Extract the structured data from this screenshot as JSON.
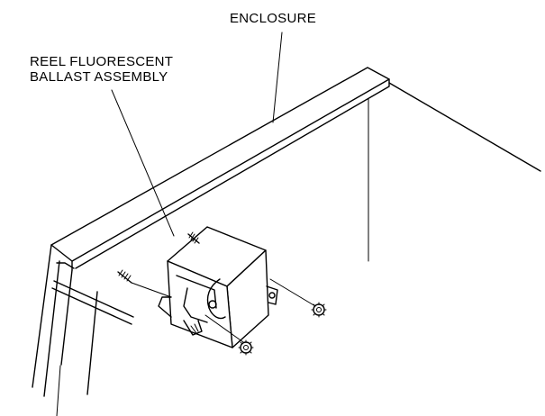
{
  "diagram": {
    "labels": {
      "enclosure": "ENCLOSURE",
      "ballast_line1": "REEL FLUORESCENT",
      "ballast_line2": "BALLAST ASSEMBLY"
    },
    "parts": {
      "enclosure": "enclosure-frame",
      "ballast": "ballast-assembly",
      "studs": 2,
      "nuts": 2
    }
  }
}
